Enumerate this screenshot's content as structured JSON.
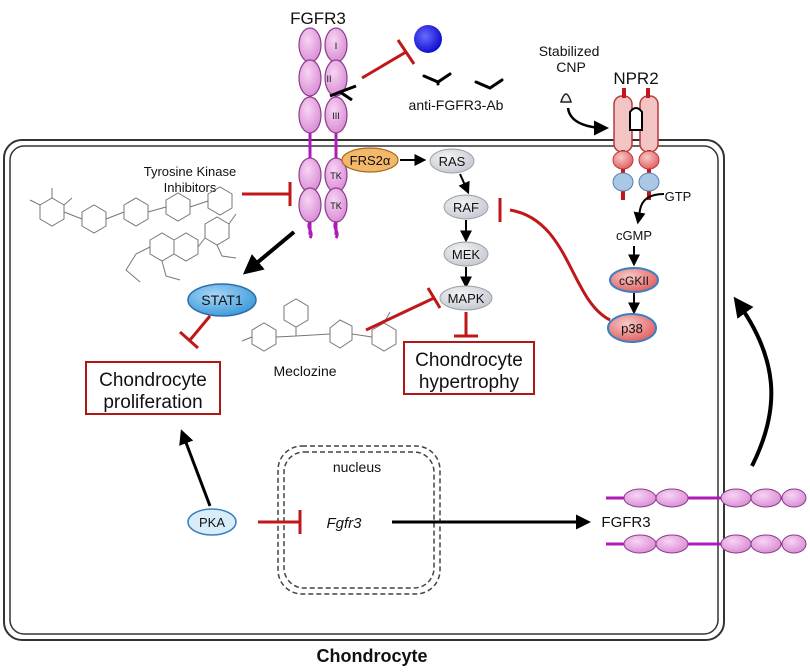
{
  "labels": {
    "receptor_top": "FGFR3",
    "antibody": "anti-FGFR3-Ab",
    "cnp": "Stabilized CNP",
    "npr2": "NPR2",
    "tki_line1": "Tyrosine Kinase",
    "tki_line2": "Inhibitors",
    "frs2a": "FRS2α",
    "ras": "RAS",
    "raf": "RAF",
    "mek": "MEK",
    "mapk": "MAPK",
    "stat1": "STAT1",
    "gtp": "GTP",
    "cgmp": "cGMP",
    "cgkii": "cGKII",
    "p38": "p38",
    "meclozine": "Meclozine",
    "prolif_line1": "Chondrocyte",
    "prolif_line2": "proliferation",
    "hyper_line1": "Chondrocyte",
    "hyper_line2": "hypertrophy",
    "nucleus": "nucleus",
    "pka": "PKA",
    "gene": "Fgfr3",
    "receptor_new": "FGFR3",
    "cell": "Chondrocyte",
    "domain_1": "I",
    "domain_2": "II",
    "domain_3": "III",
    "tk": "TK"
  },
  "colors": {
    "receptor_fill": "#e9a6e3",
    "receptor_stroke": "#8a3c8a",
    "membrane_linker": "#b01ab8",
    "inhibit_red": "#c01818",
    "node_fill": "#d9dde3",
    "stat1_fill": "#5aaee6",
    "frs2a_fill": "#f3b86a",
    "cgkii_fill": "#e05a5a",
    "pka_fill": "#d8ecfa",
    "ligand_blue": "#1a1ae0"
  }
}
